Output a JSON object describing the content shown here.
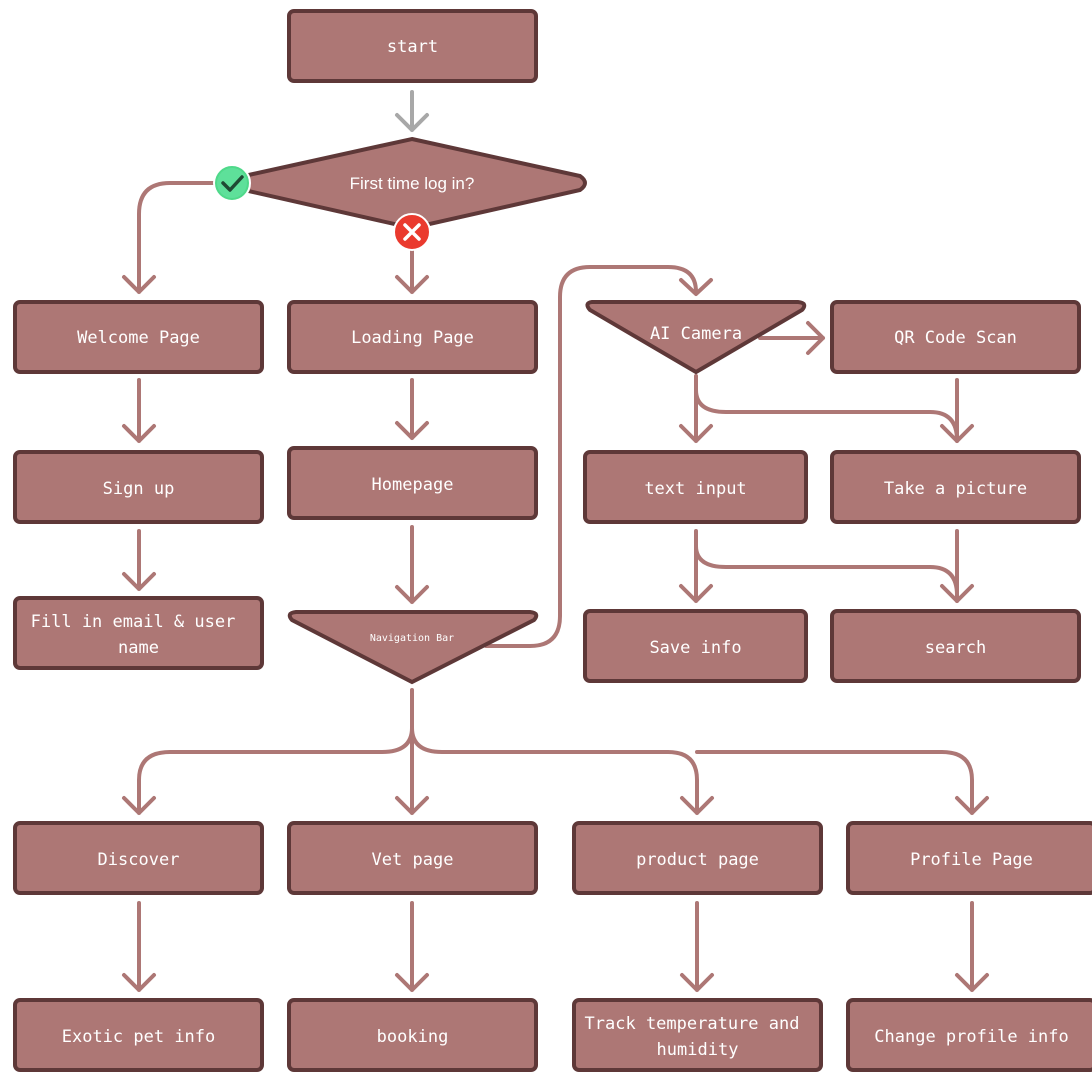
{
  "diagram": {
    "nodes": {
      "start": "start",
      "first_login": "First time log in?",
      "welcome": "Welcome Page",
      "loading": "Loading Page",
      "signup": "Sign up",
      "homepage": "Homepage",
      "fill_email_line1": "Fill in email & user",
      "fill_email_line2": "name",
      "nav_bar": "Navigation Bar",
      "ai_camera": "AI Camera",
      "qr_scan": "QR Code Scan",
      "text_input": "text input",
      "take_picture": "Take a picture",
      "save_info": "Save info",
      "search": "search",
      "discover": "Discover",
      "vet_page": "Vet page",
      "product_page": "product page",
      "profile_page": "Profile Page",
      "exotic_pet": "Exotic pet info",
      "booking": "booking",
      "track_line1": "Track temperature and",
      "track_line2": "humidity",
      "change_profile": "Change profile info"
    },
    "badges": {
      "yes": "check-icon",
      "no": "cross-icon"
    },
    "colors": {
      "node_fill": "#ad7775",
      "node_border": "#5e3838",
      "connector": "#ad7775",
      "start_connector": "#a8a8a8",
      "yes_badge": "#4fd98a",
      "no_badge": "#ea3a2e"
    }
  }
}
